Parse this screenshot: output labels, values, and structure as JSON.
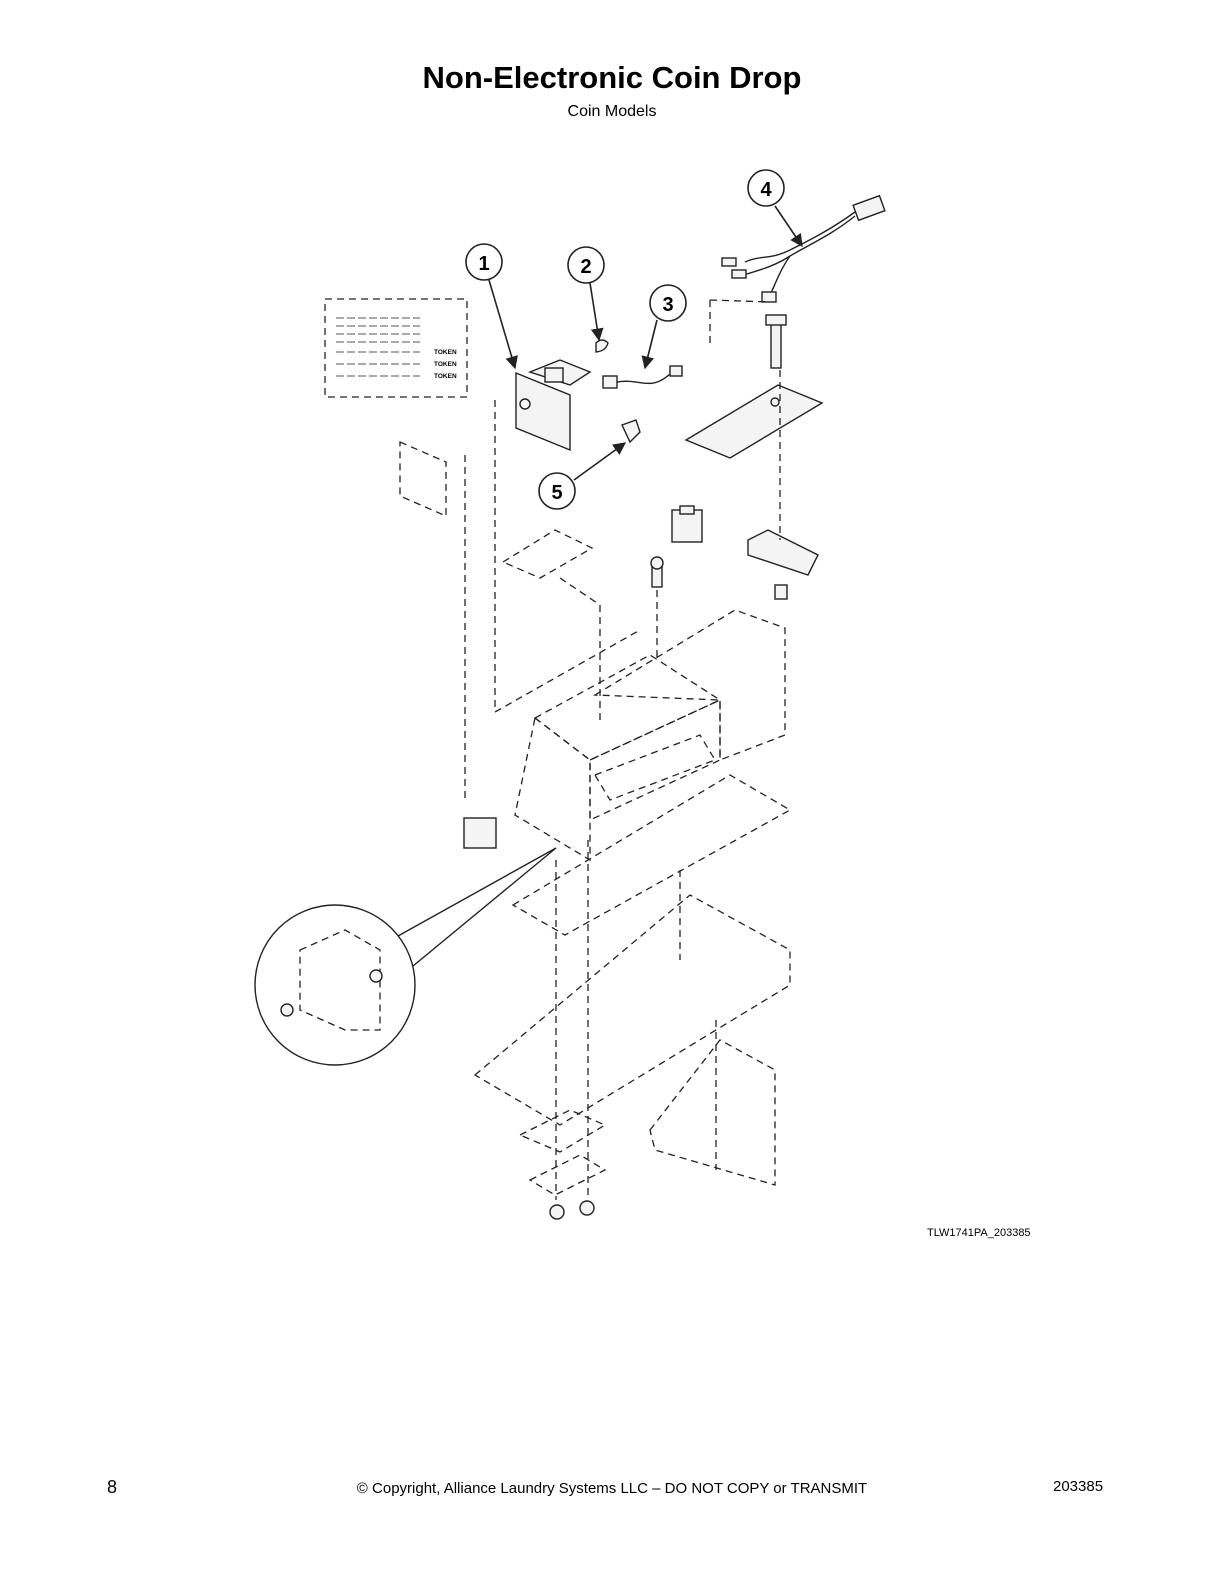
{
  "header": {
    "title": "Non-Electronic Coin Drop",
    "subtitle": "Coin Models"
  },
  "diagram": {
    "callouts": [
      "1",
      "2",
      "3",
      "4",
      "5"
    ],
    "label_token": "TOKEN",
    "drawing_code": "TLW1741PA_203385"
  },
  "footer": {
    "page_number": "8",
    "copyright": "© Copyright, Alliance Laundry Systems LLC – DO NOT COPY or TRANSMIT",
    "doc_number": "203385"
  }
}
